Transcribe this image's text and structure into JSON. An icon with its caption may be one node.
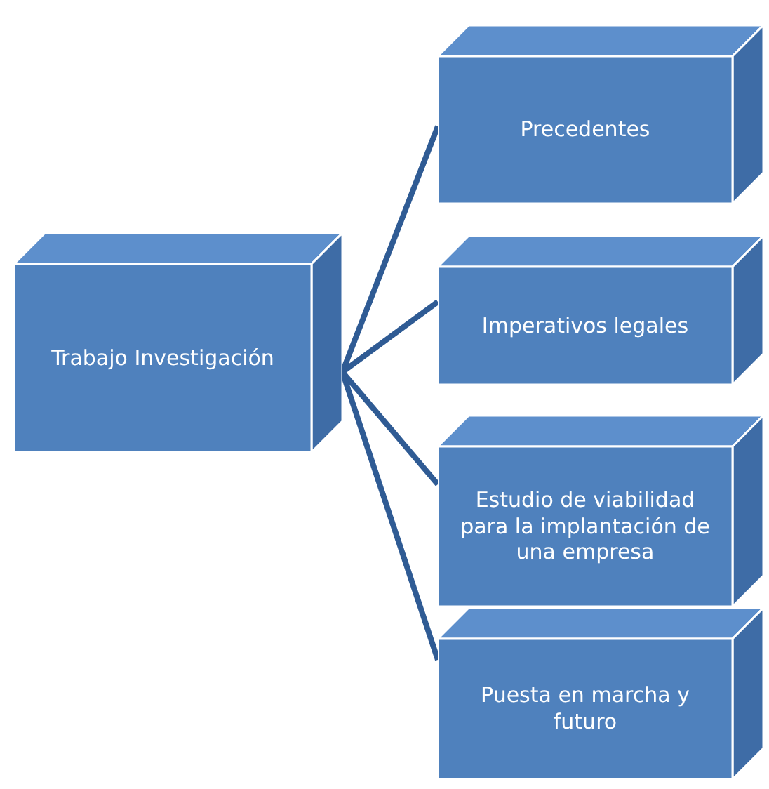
{
  "diagram": {
    "nodes": [
      {
        "text": [
          "Trabajo Investigación"
        ]
      },
      {
        "text": [
          "Precedentes"
        ]
      },
      {
        "text": [
          "Imperativos legales"
        ]
      },
      {
        "text": [
          "Estudio de viabilidad para la implantación de una empresa"
        ]
      },
      {
        "text": [
          "Puesta en marcha y futuro"
        ]
      }
    ],
    "edges": [
      {
        "from": 0,
        "to": 1,
        "arrow": "none"
      },
      {
        "from": 0,
        "to": 2,
        "arrow": "none"
      },
      {
        "from": 0,
        "to": 3,
        "arrow": "none"
      },
      {
        "from": 0,
        "to": 4,
        "arrow": "none"
      }
    ]
  }
}
